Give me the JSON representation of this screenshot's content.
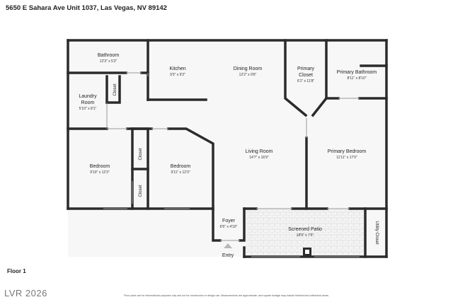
{
  "header": {
    "address": "5650 E Sahara Ave Unit 1037, Las Vegas, NV 89142"
  },
  "floor": {
    "label": "Floor 1"
  },
  "watermark": {
    "text": "LVR 2026"
  },
  "disclaimer": {
    "text": "Floor plans are for informational purposes only and not for construction or design use. Measurements are approximate, and square footage may include finished and unfinished areas."
  },
  "rooms": {
    "bathroom": {
      "name": "Bathroom",
      "dims": "12'3\" x 5'2\""
    },
    "kitchen": {
      "name": "Kitchen",
      "dims": "9'3\" x 9'2\""
    },
    "dining_room": {
      "name": "Dining Room",
      "dims": "12'2\" x 9'6\""
    },
    "primary_closet": {
      "name_line1": "Primary",
      "name_line2": "Closet",
      "dims": "6'1\" x 11'8\""
    },
    "primary_bathroom": {
      "name": "Primary Bathroom",
      "dims": "8'11\" x 8'10\""
    },
    "laundry_room": {
      "name_line1": "Laundry",
      "name_line2": "Room",
      "dims": "5'10\" x 8'1\""
    },
    "closet_laundry": {
      "name": "Closet"
    },
    "living_room": {
      "name": "Living Room",
      "dims": "14'7\" x 16'9\""
    },
    "primary_bedroom": {
      "name": "Primary Bedroom",
      "dims": "11'11\" x 17'0\""
    },
    "bedroom_left": {
      "name": "Bedroom",
      "dims": "9'10\" x 12'3\""
    },
    "closet_bed_upper": {
      "name": "Closet"
    },
    "closet_bed_lower": {
      "name": "Closet"
    },
    "bedroom_middle": {
      "name": "Bedroom",
      "dims": "9'11\" x 12'3\""
    },
    "foyer": {
      "name": "Foyer",
      "dims": "6'6\" x 4'10\""
    },
    "screened_patio": {
      "name": "Screened Patio",
      "dims": "18'9\" x 7'6\""
    },
    "utility_closet": {
      "name": "Utility Closet"
    }
  },
  "entry": {
    "label": "Entry"
  }
}
